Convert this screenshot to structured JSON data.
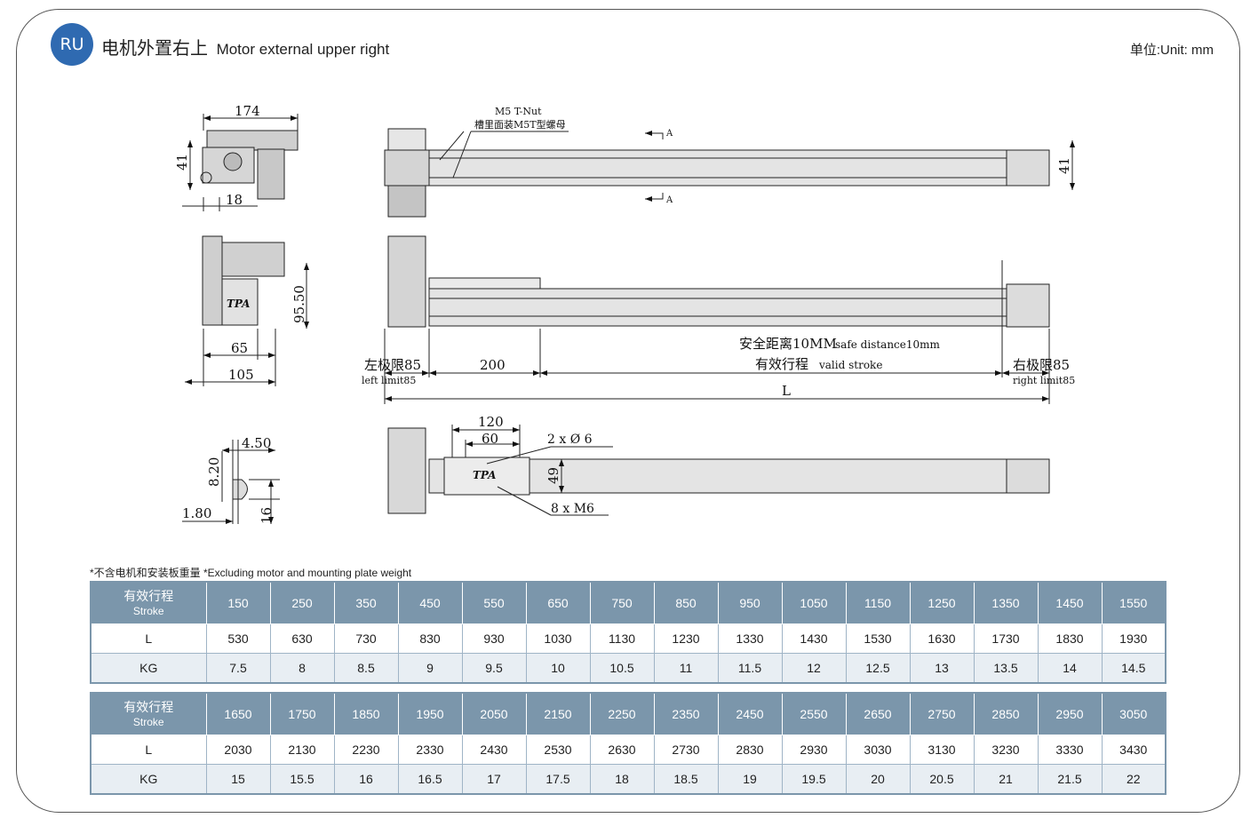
{
  "header": {
    "badge": "RU",
    "title_cn": "电机外置右上",
    "title_en": "Motor external upper right",
    "unit": "单位:Unit: mm"
  },
  "drawing": {
    "top_left": {
      "d174": "174",
      "d41": "41",
      "d18": "18"
    },
    "mid_left": {
      "d95_50": "95.50",
      "d65": "65",
      "d105": "105"
    },
    "bottom_left": {
      "d4_50": "4.50",
      "d8_20": "8.20",
      "d1_80": "1.80",
      "d16": "16"
    },
    "top_view": {
      "tnut_en": "M5 T-Nut",
      "tnut_cn": "槽里面装M5T型螺母",
      "section": "A",
      "d41": "41"
    },
    "front_view": {
      "logo": "TPA",
      "safe": "安全距离10MM",
      "safe_en": "safe distance10mm",
      "left_limit": "左极限85",
      "left_limit_en": "left limit85",
      "d200": "200",
      "valid": "有效行程",
      "valid_en": "valid stroke",
      "right_limit": "右极限85",
      "right_limit_en": "right limit85",
      "L": "L"
    },
    "bottom_view": {
      "d120": "120",
      "d60": "60",
      "holes": "2 x Ø 6",
      "d49": "49",
      "screws": "8 x M6",
      "logo": "TPA"
    }
  },
  "note": "*不含电机和安装板重量 *Excluding motor and mounting plate weight",
  "tables": [
    {
      "header_cn": "有效行程",
      "header_en": "Stroke",
      "L_label": "L",
      "KG_label": "KG",
      "stroke": [
        "150",
        "250",
        "350",
        "450",
        "550",
        "650",
        "750",
        "850",
        "950",
        "1050",
        "1150",
        "1250",
        "1350",
        "1450",
        "1550"
      ],
      "L": [
        "530",
        "630",
        "730",
        "830",
        "930",
        "1030",
        "1130",
        "1230",
        "1330",
        "1430",
        "1530",
        "1630",
        "1730",
        "1830",
        "1930"
      ],
      "KG": [
        "7.5",
        "8",
        "8.5",
        "9",
        "9.5",
        "10",
        "10.5",
        "11",
        "11.5",
        "12",
        "12.5",
        "13",
        "13.5",
        "14",
        "14.5"
      ]
    },
    {
      "header_cn": "有效行程",
      "header_en": "Stroke",
      "L_label": "L",
      "KG_label": "KG",
      "stroke": [
        "1650",
        "1750",
        "1850",
        "1950",
        "2050",
        "2150",
        "2250",
        "2350",
        "2450",
        "2550",
        "2650",
        "2750",
        "2850",
        "2950",
        "3050"
      ],
      "L": [
        "2030",
        "2130",
        "2230",
        "2330",
        "2430",
        "2530",
        "2630",
        "2730",
        "2830",
        "2930",
        "3030",
        "3130",
        "3230",
        "3330",
        "3430"
      ],
      "KG": [
        "15",
        "15.5",
        "16",
        "16.5",
        "17",
        "17.5",
        "18",
        "18.5",
        "19",
        "19.5",
        "20",
        "20.5",
        "21",
        "21.5",
        "22"
      ]
    }
  ]
}
